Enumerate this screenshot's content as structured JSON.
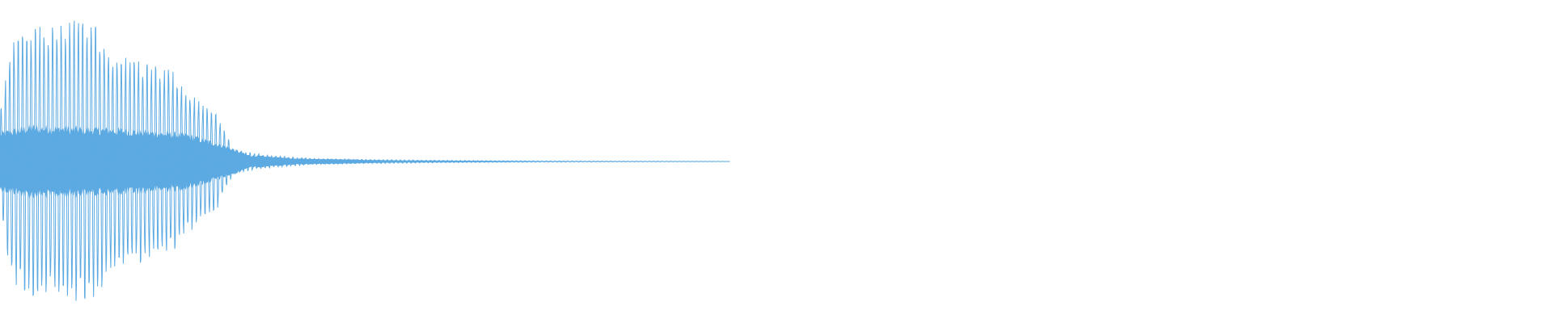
{
  "waveform": {
    "color": "#5DAAE2",
    "background": "#FFFFFF",
    "peak_envelope": [
      {
        "t": 0.0,
        "a": 0.3
      },
      {
        "t": 0.008,
        "a": 0.78
      },
      {
        "t": 0.015,
        "a": 0.86
      },
      {
        "t": 0.03,
        "a": 0.86
      },
      {
        "t": 0.045,
        "a": 0.9
      },
      {
        "t": 0.06,
        "a": 0.88
      },
      {
        "t": 0.075,
        "a": 0.68
      },
      {
        "t": 0.09,
        "a": 0.65
      },
      {
        "t": 0.11,
        "a": 0.58
      },
      {
        "t": 0.125,
        "a": 0.42
      },
      {
        "t": 0.14,
        "a": 0.3
      },
      {
        "t": 0.15,
        "a": 0.08
      },
      {
        "t": 0.165,
        "a": 0.05
      },
      {
        "t": 0.18,
        "a": 0.035
      },
      {
        "t": 0.2,
        "a": 0.02
      },
      {
        "t": 0.23,
        "a": 0.014
      },
      {
        "t": 0.28,
        "a": 0.008
      },
      {
        "t": 0.35,
        "a": 0.004
      },
      {
        "t": 0.42,
        "a": 0.002
      },
      {
        "t": 0.463,
        "a": 0.001
      },
      {
        "t": 0.47,
        "a": 0.0
      },
      {
        "t": 1.0,
        "a": 0.0
      }
    ],
    "rms_envelope": [
      {
        "t": 0.0,
        "a": 0.18
      },
      {
        "t": 0.02,
        "a": 0.22
      },
      {
        "t": 0.08,
        "a": 0.2
      },
      {
        "t": 0.12,
        "a": 0.17
      },
      {
        "t": 0.145,
        "a": 0.1
      },
      {
        "t": 0.16,
        "a": 0.04
      },
      {
        "t": 0.19,
        "a": 0.02
      },
      {
        "t": 0.25,
        "a": 0.008
      },
      {
        "t": 0.35,
        "a": 0.003
      },
      {
        "t": 0.463,
        "a": 0.001
      },
      {
        "t": 0.47,
        "a": 0.0
      },
      {
        "t": 1.0,
        "a": 0.0
      }
    ],
    "cycle_count": 170,
    "samples_per_cycle": 10
  }
}
